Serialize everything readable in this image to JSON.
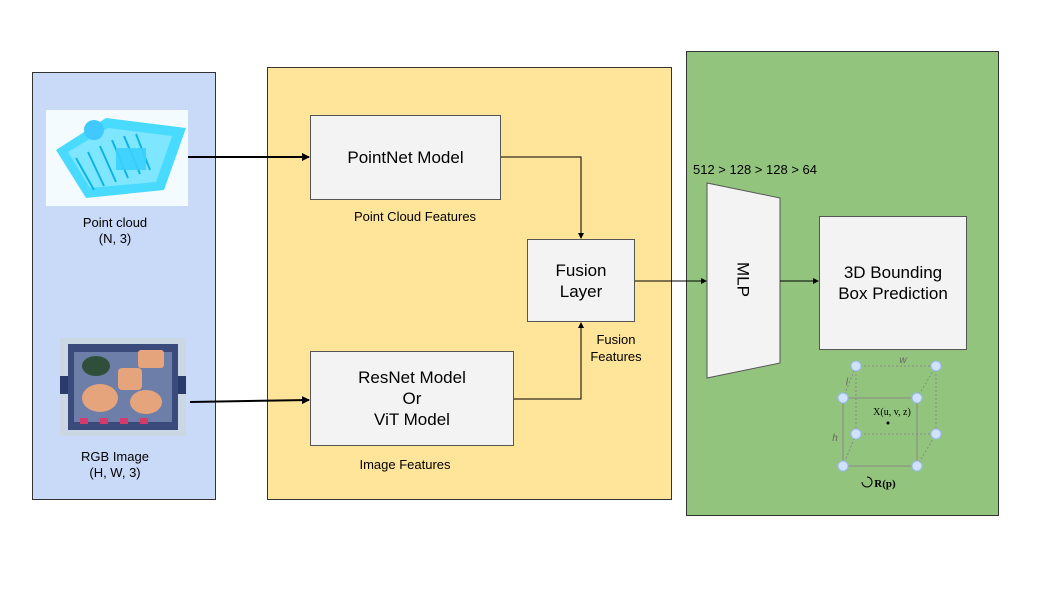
{
  "input": {
    "point_cloud_label": "Point cloud",
    "point_cloud_shape": "(N, 3)",
    "rgb_label": "RGB Image",
    "rgb_shape": "(H, W, 3)"
  },
  "features": {
    "pointnet_label": "PointNet Model",
    "point_cloud_features_label": "Point Cloud Features",
    "resnet_label": "ResNet Model\nOr\nViT Model",
    "image_features_label": "Image Features",
    "fusion_layer_label": "Fusion\nLayer",
    "fusion_features_label": "Fusion\nFeatures"
  },
  "head": {
    "mlp_dims": "512 > 128 > 128 > 64",
    "mlp_label": "MLP",
    "bbox_label": "3D Bounding\nBox Prediction",
    "bbox_w": "w",
    "bbox_l": "l",
    "bbox_h": "h",
    "bbox_center": "X(u, v, z)",
    "bbox_rotation": "R(p)"
  },
  "colors": {
    "input_panel": "#c9daf8",
    "features_panel": "#ffe599",
    "head_panel": "#93c47d",
    "box_fill": "#f3f3f3"
  }
}
